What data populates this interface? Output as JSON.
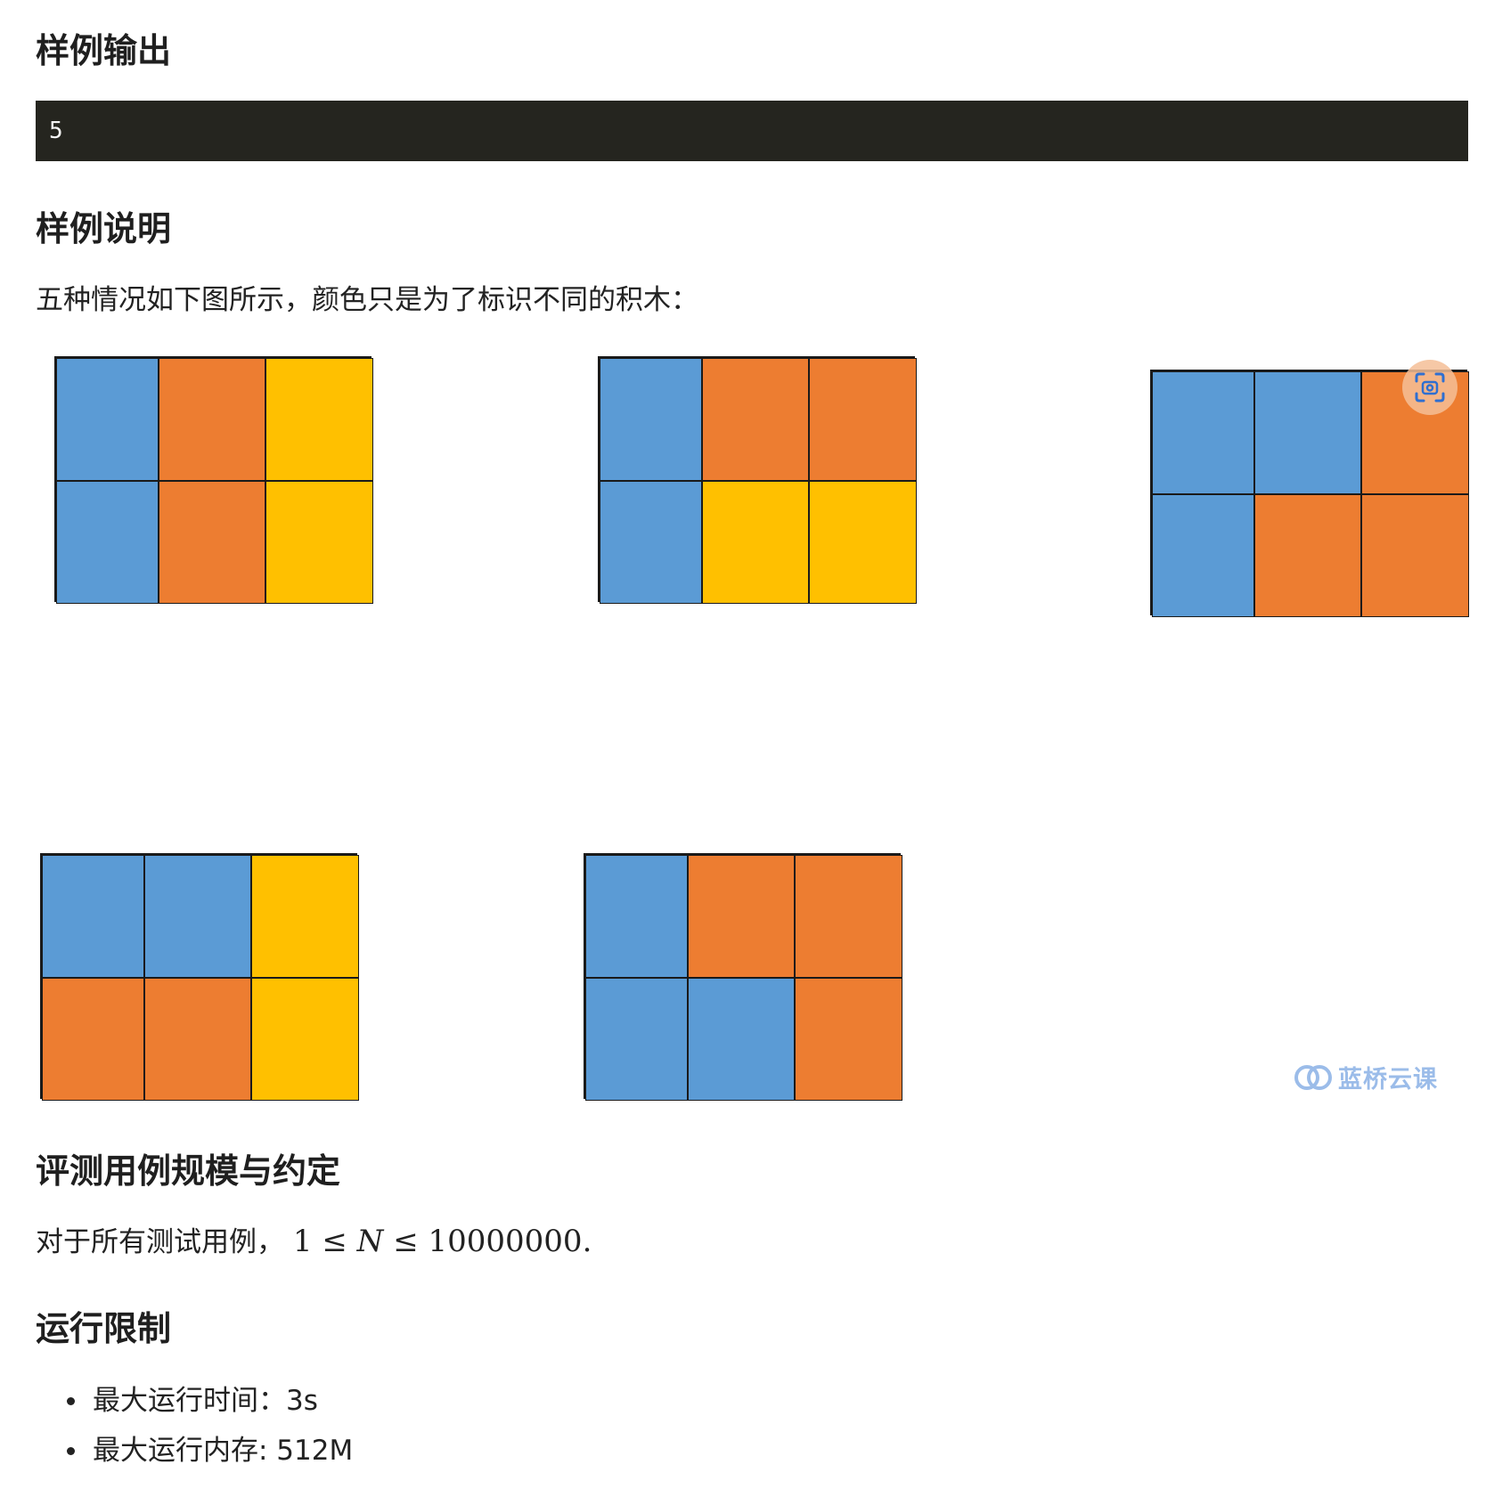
{
  "sections": {
    "sample_output": {
      "title": "样例输出",
      "code": "5"
    },
    "sample_explanation": {
      "title": "样例说明",
      "text": "五种情况如下图所示，颜色只是为了标识不同的积木："
    },
    "scale": {
      "title": "评测用例规模与约定",
      "text_prefix": "对于所有测试用例，",
      "math": {
        "lower": "1",
        "leq": "≤",
        "var": "N",
        "upper": "10000000",
        "end": "."
      }
    },
    "limits": {
      "title": "运行限制",
      "items": [
        "最大运行时间：3s",
        "最大运行内存: 512M"
      ]
    }
  },
  "colors": {
    "blue": "#5b9bd5",
    "orange": "#ed7d31",
    "yellow": "#ffc000",
    "code_bg": "#25251f"
  },
  "arrangements": [
    {
      "rows": [
        [
          "blue",
          "orange",
          "yellow"
        ],
        [
          "blue",
          "orange",
          "yellow"
        ]
      ]
    },
    {
      "rows": [
        [
          "blue",
          "orange",
          "orange"
        ],
        [
          "blue",
          "yellow",
          "yellow"
        ]
      ]
    },
    {
      "rows": [
        [
          "blue",
          "blue",
          "orange"
        ],
        [
          "blue",
          "orange",
          "orange"
        ]
      ]
    },
    {
      "rows": [
        [
          "blue",
          "blue",
          "yellow"
        ],
        [
          "orange",
          "orange",
          "yellow"
        ]
      ]
    },
    {
      "rows": [
        [
          "blue",
          "orange",
          "orange"
        ],
        [
          "blue",
          "blue",
          "orange"
        ]
      ]
    }
  ],
  "overlay": {
    "ocr_icon": "screenshot-scan-icon",
    "watermark": "蓝桥云课",
    "watermark_icon": "lanqiao-logo-icon"
  }
}
